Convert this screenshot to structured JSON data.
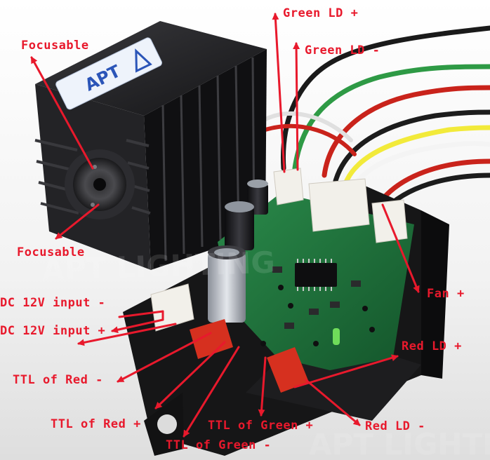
{
  "colors": {
    "label_text": "#e8192c",
    "arrow": "#e8192c",
    "background": "#ffffff",
    "heatsink": "#1b1b1d",
    "pcb": "#1f6e3a",
    "enclosure": "#161617",
    "connector": "#f2f0ea",
    "connector_red": "#d6301f"
  },
  "logo": {
    "text": "APT"
  },
  "watermark": {
    "text": "APT LIGHTING"
  },
  "labels": {
    "focusable_top": "Focusable",
    "focusable_bottom": "Focusable",
    "green_ld_plus": "Green LD +",
    "green_ld_minus": "Green LD -",
    "fan_plus": "Fan +",
    "dc_input_minus": "DC 12V input -",
    "dc_input_plus": "DC 12V input +",
    "ttl_red_minus": "TTL of Red -",
    "ttl_red_plus": "TTL of Red +",
    "red_ld_plus": "Red LD +",
    "ttl_green_plus": "TTL of Green +",
    "ttl_green_minus": "TTL of Green -",
    "red_ld_minus": "Red LD -"
  }
}
